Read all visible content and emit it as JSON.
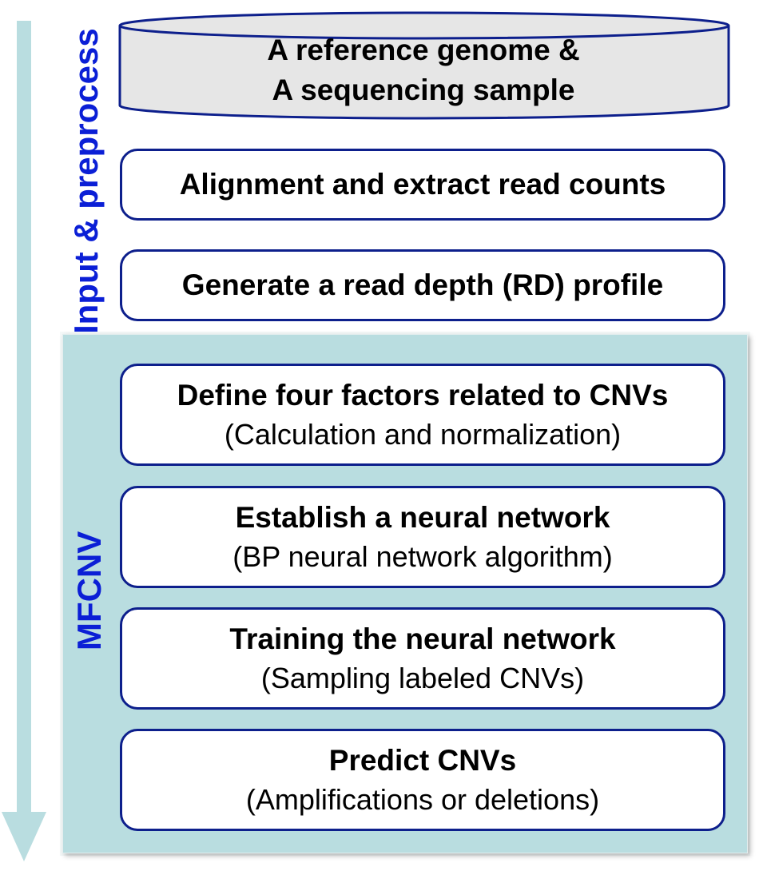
{
  "side_labels": {
    "input_preprocess": "Input & preprocess",
    "mfcnv": "MFCNV"
  },
  "database": {
    "line1": "A reference genome &",
    "line2": "A sequencing sample"
  },
  "steps": {
    "alignment": {
      "title": "Alignment and extract read counts"
    },
    "rd_profile": {
      "title": "Generate a read depth (RD) profile"
    },
    "define_factors": {
      "title": "Define four factors related to CNVs",
      "subtitle": "(Calculation and normalization)"
    },
    "establish_network": {
      "title": "Establish a neural network",
      "subtitle": "(BP neural network algorithm)"
    },
    "train_network": {
      "title": "Training the neural network",
      "subtitle": "(Sampling labeled CNVs)"
    },
    "predict": {
      "title": "Predict CNVs",
      "subtitle": "(Amplifications or deletions)"
    }
  },
  "colors": {
    "label_blue": "#0b1fd6",
    "box_border": "#0d1f8c",
    "panel_fill": "#b9dde0",
    "arrow_fill": "#b9dde0",
    "db_fill": "#e6e6e6"
  }
}
